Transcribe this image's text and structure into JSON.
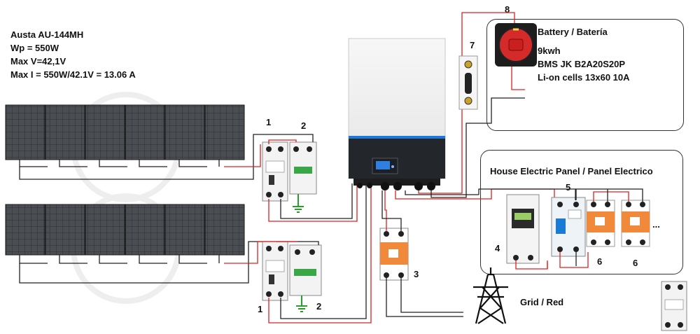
{
  "panel_specs": {
    "model": "Austa AU-144MH",
    "wp": "Wp = 550W",
    "max_v": "Max V=42,1V",
    "max_i": "Max I = 550W/42.1V = 13.06 A"
  },
  "battery": {
    "title": "Battery / Batería",
    "capacity": "9kwh",
    "bms": "BMS JK B2A20S20P",
    "cells": "Li-on cells 13x60 10A"
  },
  "house_panel": {
    "title": "House Electric Panel / Panel Electrico",
    "ellipsis": "..."
  },
  "grid": {
    "label": "Grid / Red"
  },
  "component_numbers": {
    "breaker_top": "1",
    "spd_top": "2",
    "breaker_bottom": "1",
    "spd_bottom": "2",
    "grid_breaker": "3",
    "meter": "4",
    "main_rcd": "5",
    "branch_a": "6",
    "branch_b": "6",
    "fuse_holder": "7",
    "battery_switch": "8"
  },
  "colors": {
    "wire_red": "#e02020",
    "wire_dark": "#222222",
    "breaker_orange": "#f08a3a",
    "inverter_accent": "#1e78d8",
    "ground_green": "#2a9d2a"
  }
}
